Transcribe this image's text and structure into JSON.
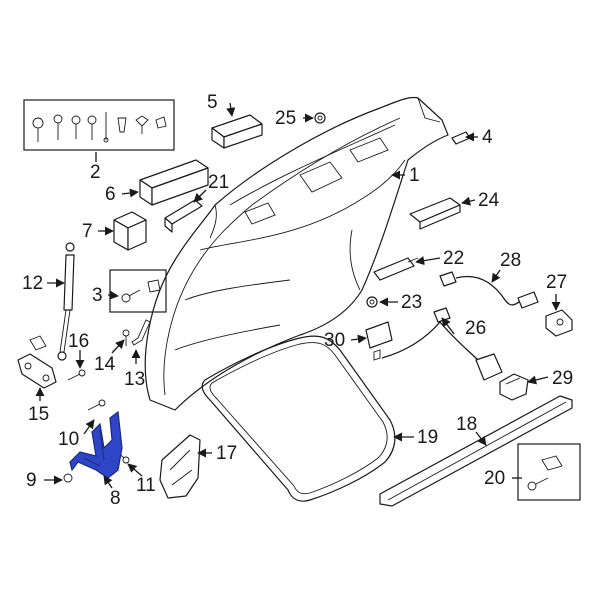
{
  "diagram": {
    "highlight_color": "#2f45c8",
    "line_color": "#1a1a1a",
    "background": "#ffffff",
    "callouts": [
      {
        "id": "c1",
        "label": "1"
      },
      {
        "id": "c2",
        "label": "2"
      },
      {
        "id": "c3",
        "label": "3"
      },
      {
        "id": "c4",
        "label": "4"
      },
      {
        "id": "c5",
        "label": "5"
      },
      {
        "id": "c6",
        "label": "6"
      },
      {
        "id": "c7",
        "label": "7"
      },
      {
        "id": "c8",
        "label": "8"
      },
      {
        "id": "c9",
        "label": "9"
      },
      {
        "id": "c10",
        "label": "10"
      },
      {
        "id": "c11",
        "label": "11"
      },
      {
        "id": "c12",
        "label": "12"
      },
      {
        "id": "c13",
        "label": "13"
      },
      {
        "id": "c14",
        "label": "14"
      },
      {
        "id": "c15",
        "label": "15"
      },
      {
        "id": "c16",
        "label": "16"
      },
      {
        "id": "c17",
        "label": "17"
      },
      {
        "id": "c18",
        "label": "18"
      },
      {
        "id": "c19",
        "label": "19"
      },
      {
        "id": "c20",
        "label": "20"
      },
      {
        "id": "c21",
        "label": "21"
      },
      {
        "id": "c22",
        "label": "22"
      },
      {
        "id": "c23",
        "label": "23"
      },
      {
        "id": "c24",
        "label": "24"
      },
      {
        "id": "c25",
        "label": "25"
      },
      {
        "id": "c26",
        "label": "26"
      },
      {
        "id": "c27",
        "label": "27"
      },
      {
        "id": "c28",
        "label": "28"
      },
      {
        "id": "c29",
        "label": "29"
      },
      {
        "id": "c30",
        "label": "30"
      }
    ]
  }
}
